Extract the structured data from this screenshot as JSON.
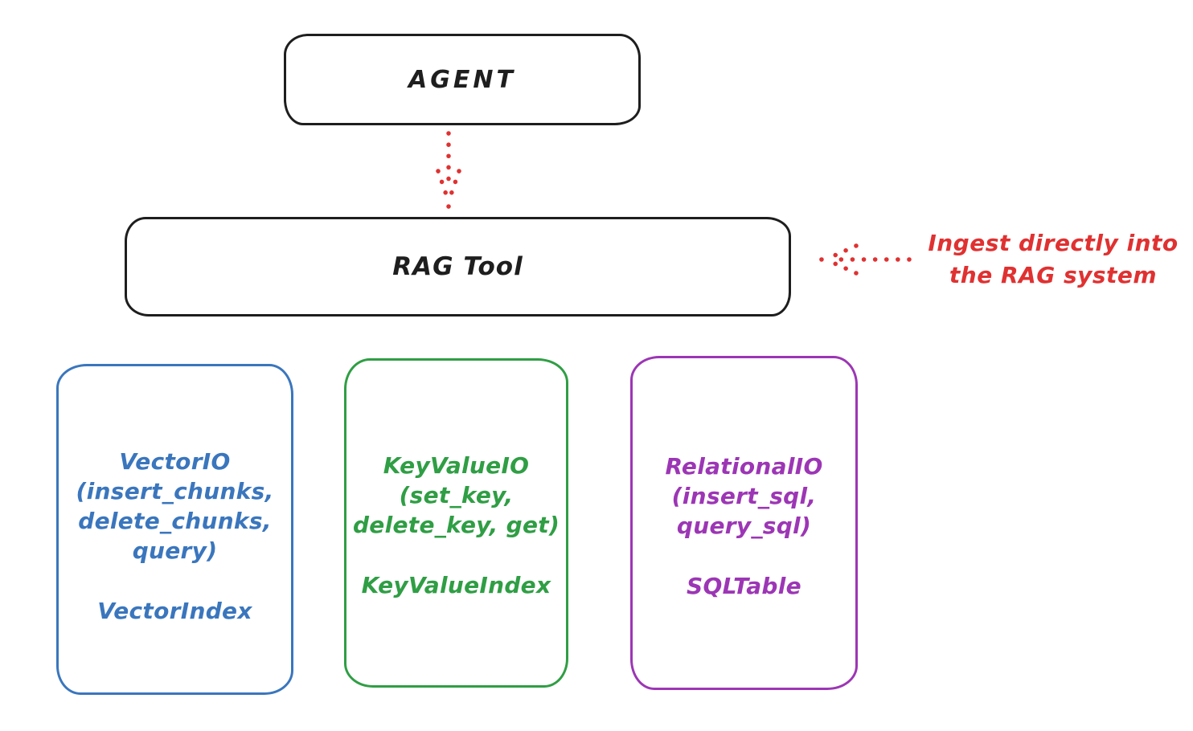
{
  "agent": {
    "label": "AGENT"
  },
  "rag_tool": {
    "label": "RAG Tool"
  },
  "annotation": {
    "line1": "Ingest directly into",
    "line2": "the RAG system",
    "color": "#e03131"
  },
  "arrows": {
    "agent_to_rag": "dotted red arrow pointing down from AGENT to RAG Tool",
    "annotation_to_rag": "dotted red arrow pointing left from annotation toward RAG Tool",
    "color": "#e03131"
  },
  "stores": [
    {
      "name": "vector-io",
      "color": "#3a76bd",
      "lines": [
        "VectorIO",
        "(insert_chunks,",
        "delete_chunks,",
        "query)"
      ],
      "index": "VectorIndex"
    },
    {
      "name": "keyvalue-io",
      "color": "#2f9e44",
      "lines": [
        "KeyValueIO",
        "(set_key,",
        "delete_key, get)"
      ],
      "index": "KeyValueIndex"
    },
    {
      "name": "relational-io",
      "color": "#9c36b5",
      "lines": [
        "RelationalIO",
        "(insert_sql,",
        "query_sql)"
      ],
      "index": "SQLTable"
    }
  ],
  "colors": {
    "ink": "#1e1e1e",
    "red": "#e03131",
    "blue": "#3a76bd",
    "green": "#2f9e44",
    "purple": "#9c36b5",
    "background": "#ffffff"
  }
}
